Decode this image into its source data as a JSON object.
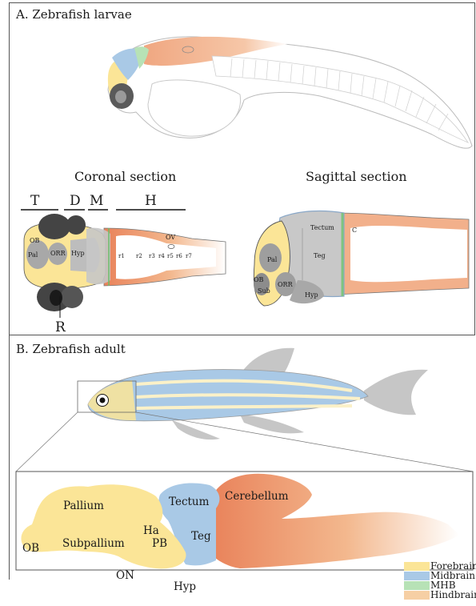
{
  "panel_a": {
    "title": "A. Zebrafish larvae",
    "coronal": {
      "title": "Coronal section",
      "divisions": [
        "T",
        "D",
        "M",
        "H"
      ],
      "structures": [
        "OB",
        "Pal",
        "ORR",
        "Hyp"
      ],
      "rhombomeres": [
        "r1",
        "r2",
        "r3",
        "r4",
        "r5",
        "r6",
        "r7"
      ],
      "ov_label": "OV",
      "bottom_label": "R"
    },
    "sagittal": {
      "title": "Sagittal section",
      "structures": {
        "tectum": "Tectum",
        "c": "C",
        "teg": "Teg",
        "pal": "Pal",
        "ob": "OB",
        "sub": "Sub",
        "orr": "ORR",
        "hyp": "Hyp"
      }
    }
  },
  "panel_b": {
    "title": "B. Zebrafish adult",
    "brain_labels": {
      "pallium": "Pallium",
      "subpallium": "Subpallium",
      "ob": "OB",
      "ha": "Ha",
      "pb": "PB",
      "on": "ON",
      "hyp": "Hyp",
      "tectum": "Tectum",
      "teg": "Teg",
      "cerebellum": "Cerebellum"
    }
  },
  "legend": [
    {
      "label": "Forebrain",
      "color": "#fbe597"
    },
    {
      "label": "Midbrain",
      "color": "#a9c9e6"
    },
    {
      "label": "MHB",
      "color": "#b7e2b6"
    },
    {
      "label": "Hindbrain",
      "color": "#f6cfa4"
    }
  ]
}
